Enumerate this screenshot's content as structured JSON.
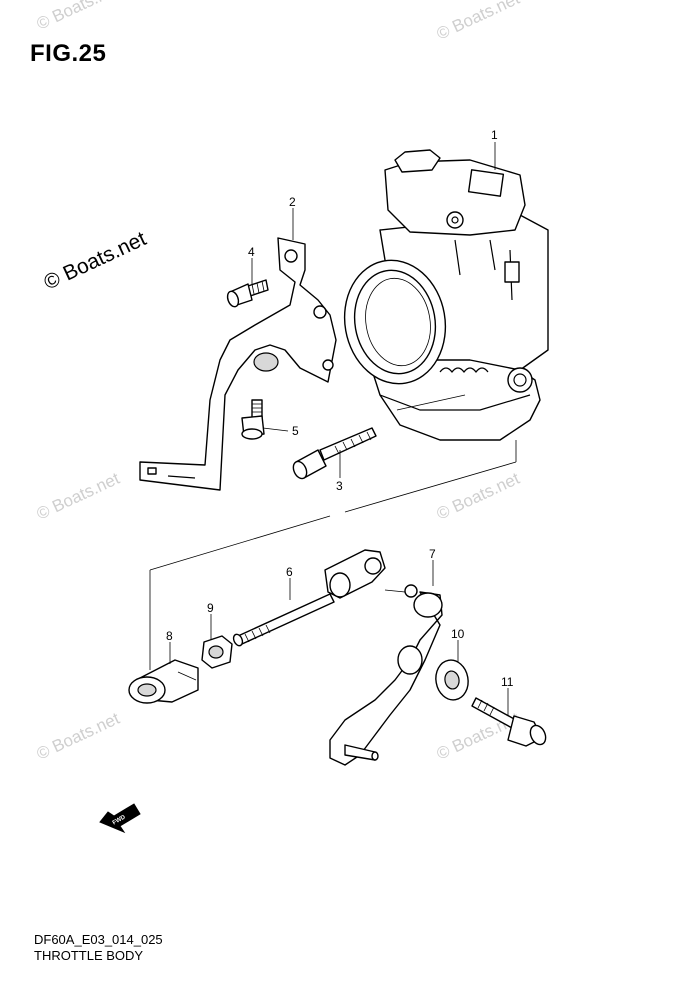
{
  "figure_label": "FIG.25",
  "diagram_code": "DF60A_E03_014_025",
  "diagram_title": "THROTTLE BODY",
  "watermark_main": "© Boats.net",
  "watermark_faint": "© Boats.net",
  "fwd_label": "FWD",
  "callouts": [
    "1",
    "2",
    "3",
    "4",
    "5",
    "6",
    "7",
    "8",
    "9",
    "10",
    "11"
  ],
  "colors": {
    "line": "#000000",
    "watermark": "#cfcfcf",
    "background": "#ffffff"
  }
}
